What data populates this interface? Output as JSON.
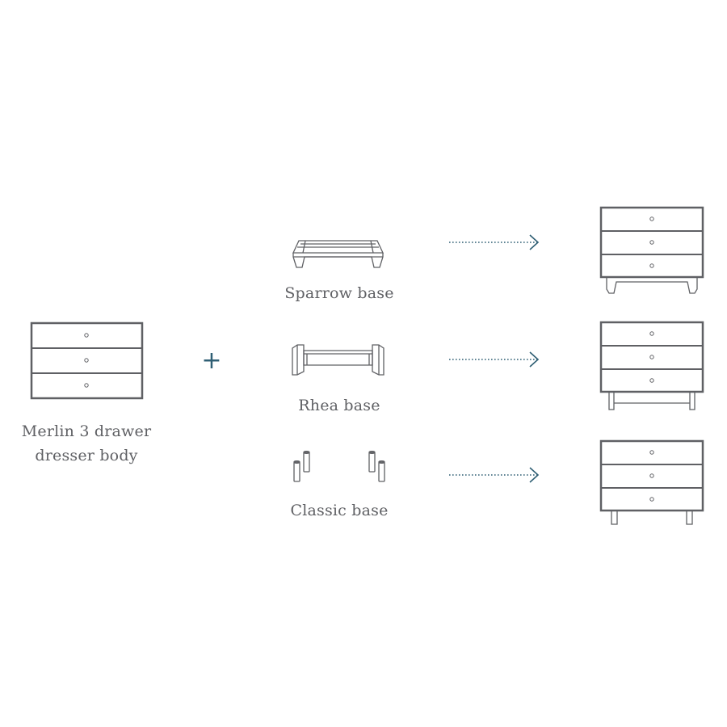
{
  "body": {
    "label_line1": "Merlin 3 drawer",
    "label_line2": "dresser body"
  },
  "operator": "+",
  "bases": [
    {
      "label": "Sparrow base"
    },
    {
      "label": "Rhea base"
    },
    {
      "label": "Classic base"
    }
  ],
  "colors": {
    "outline": "#5f6064",
    "accent": "#2f5f74"
  }
}
